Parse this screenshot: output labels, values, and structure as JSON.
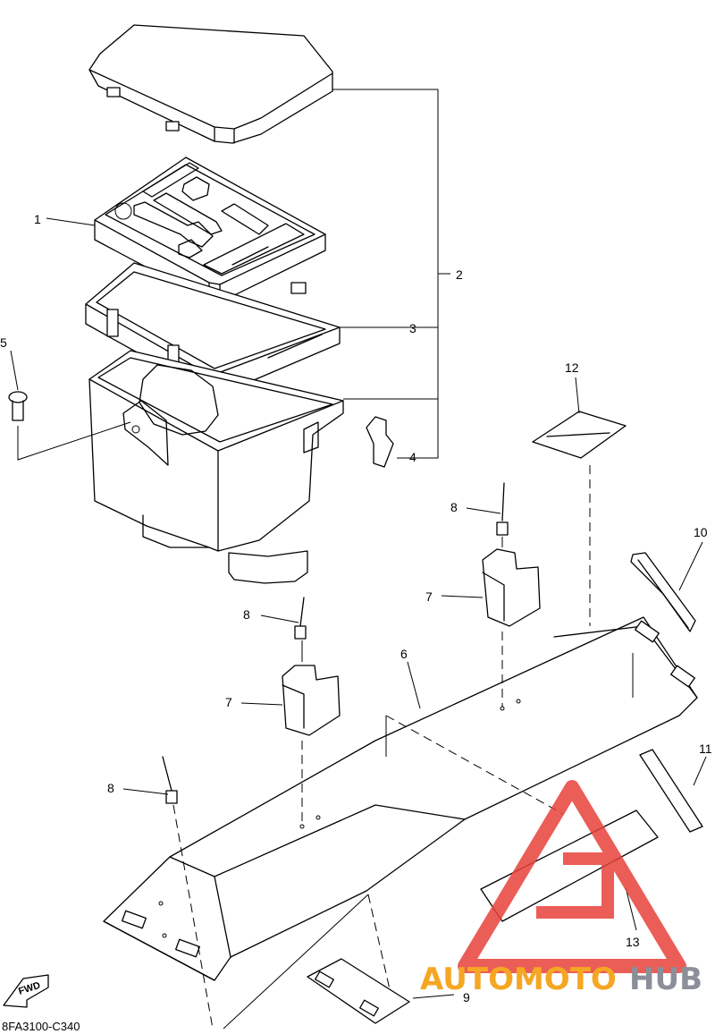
{
  "diagram": {
    "figure_code": "8FA3100-C340",
    "fwd_label": "FWD",
    "callouts": [
      {
        "id": "c1",
        "label": "1"
      },
      {
        "id": "c2",
        "label": "2"
      },
      {
        "id": "c3",
        "label": "3"
      },
      {
        "id": "c4",
        "label": "4"
      },
      {
        "id": "c5",
        "label": "5"
      },
      {
        "id": "c6",
        "label": "6"
      },
      {
        "id": "c7a",
        "label": "7"
      },
      {
        "id": "c7b",
        "label": "7"
      },
      {
        "id": "c8a",
        "label": "8"
      },
      {
        "id": "c8b",
        "label": "8"
      },
      {
        "id": "c8c",
        "label": "8"
      },
      {
        "id": "c9",
        "label": "9"
      },
      {
        "id": "c10",
        "label": "10"
      },
      {
        "id": "c11",
        "label": "11"
      },
      {
        "id": "c12",
        "label": "12"
      },
      {
        "id": "c13",
        "label": "13"
      }
    ]
  },
  "watermark": {
    "text_left": "AUTOMOTO",
    "text_right": "HUB",
    "color_left": "#f5a623",
    "color_right": "#8a8f99",
    "logo_color": "#e8413a"
  }
}
